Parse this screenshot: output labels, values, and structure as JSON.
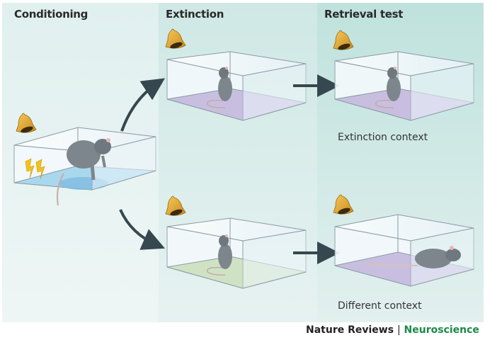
{
  "panels": [
    {
      "id": "conditioning",
      "title": "Conditioning"
    },
    {
      "id": "extinction",
      "title": "Extinction"
    },
    {
      "id": "retrieval",
      "title": "Retrieval test"
    }
  ],
  "context_labels": {
    "top": "Extinction context",
    "bottom": "Different context"
  },
  "footer": {
    "journal": "Nature Reviews",
    "separator": "|",
    "section": "Neuroscience"
  },
  "colors": {
    "conditioning_floor": "#a9d8ee",
    "extinction_floor": "#c8bfe0",
    "different_floor": "#cfe3c4",
    "arrow": "#37474f",
    "bell": "#e8a93a",
    "rat": "#7d868c",
    "brand_green": "#1a8a4a"
  },
  "icons": [
    "bell-icon",
    "lightning-icon",
    "arrow-icon",
    "rat-icon",
    "box-icon"
  ]
}
